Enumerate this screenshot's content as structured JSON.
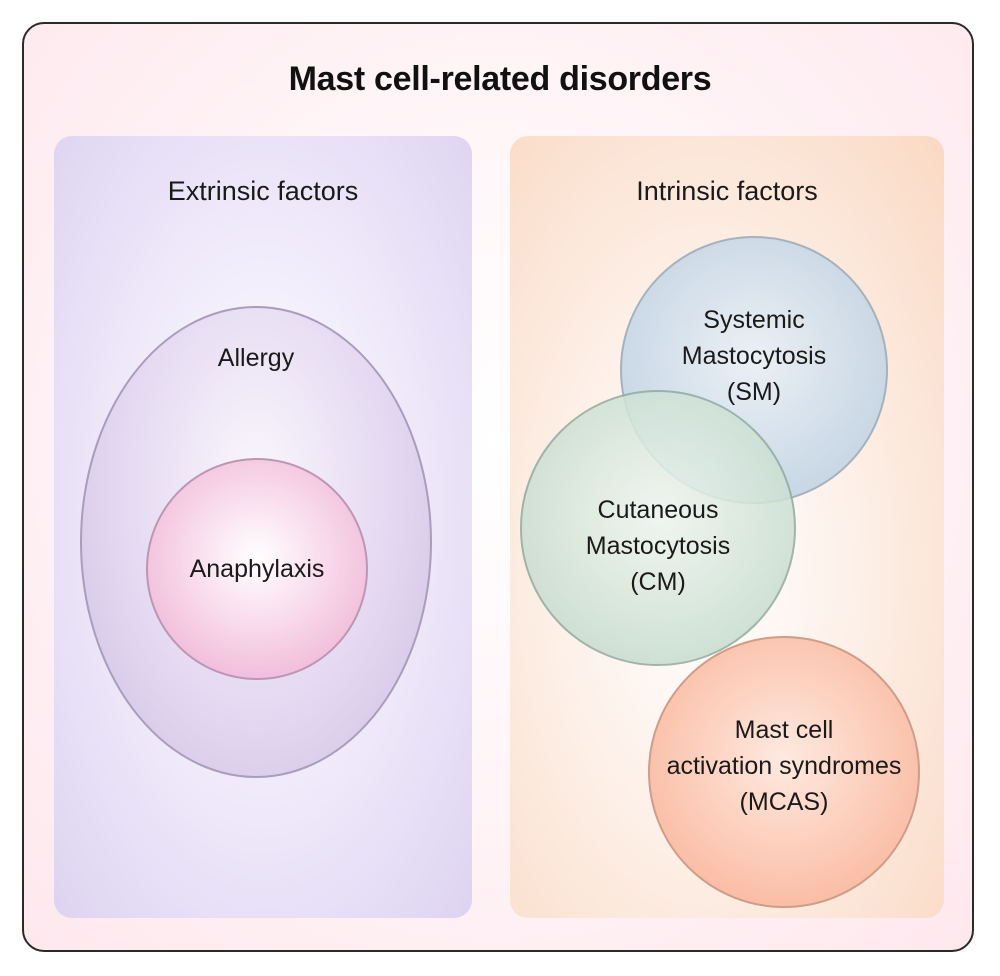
{
  "title": "Mast cell-related disorders",
  "left_panel": {
    "heading": "Extrinsic factors",
    "outer": "Allergy",
    "inner": "Anaphylaxis"
  },
  "right_panel": {
    "heading": "Intrinsic factors",
    "sm": {
      "line1": "Systemic",
      "line2": "Mastocytosis",
      "line3": "(SM)"
    },
    "cm": {
      "line1": "Cutaneous",
      "line2": "Mastocytosis",
      "line3": "(CM)"
    },
    "mcas": {
      "line1": "Mast cell",
      "line2": "activation syndromes",
      "line3": "(MCAS)"
    }
  },
  "colors": {
    "extrinsic_panel": "#ddd3f1",
    "intrinsic_panel": "#fad9c3",
    "allergy": "#cdbde2",
    "anaphylaxis": "#eca7cf",
    "sm": "#b6c9dc",
    "cm": "#b9d3c3",
    "mcas": "#f6ad92"
  }
}
